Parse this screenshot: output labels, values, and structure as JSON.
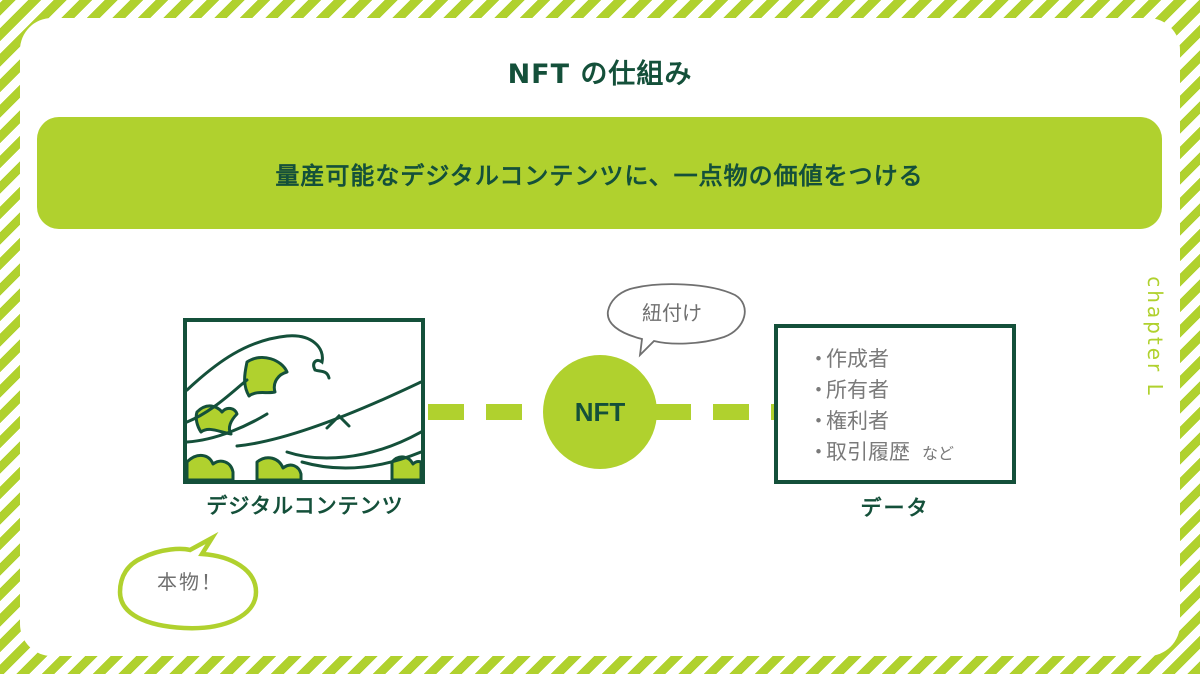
{
  "header": {
    "title": "NFT の仕組み"
  },
  "banner": {
    "text": "量産可能なデジタルコンテンツに、一点物の価値をつける"
  },
  "side_label": {
    "text": "chapter L"
  },
  "diagram": {
    "left_node": {
      "label": "デジタルコンテンツ",
      "image": "great-wave-illustration"
    },
    "center_node": {
      "label": "NFT",
      "speech_bubble": "紐付け"
    },
    "right_node": {
      "label": "データ",
      "items": [
        {
          "bullet": "・",
          "text": "作成者"
        },
        {
          "bullet": "・",
          "text": "所有者"
        },
        {
          "bullet": "・",
          "text": "権利者"
        },
        {
          "bullet": "・",
          "text": "取引履歴",
          "suffix": "など"
        }
      ]
    },
    "left_speech_bubble": "本物！"
  },
  "colors": {
    "accent_green": "#b0d12e",
    "dark_green": "#14503a",
    "text_gray": "#707070",
    "background": "#ffffff"
  }
}
